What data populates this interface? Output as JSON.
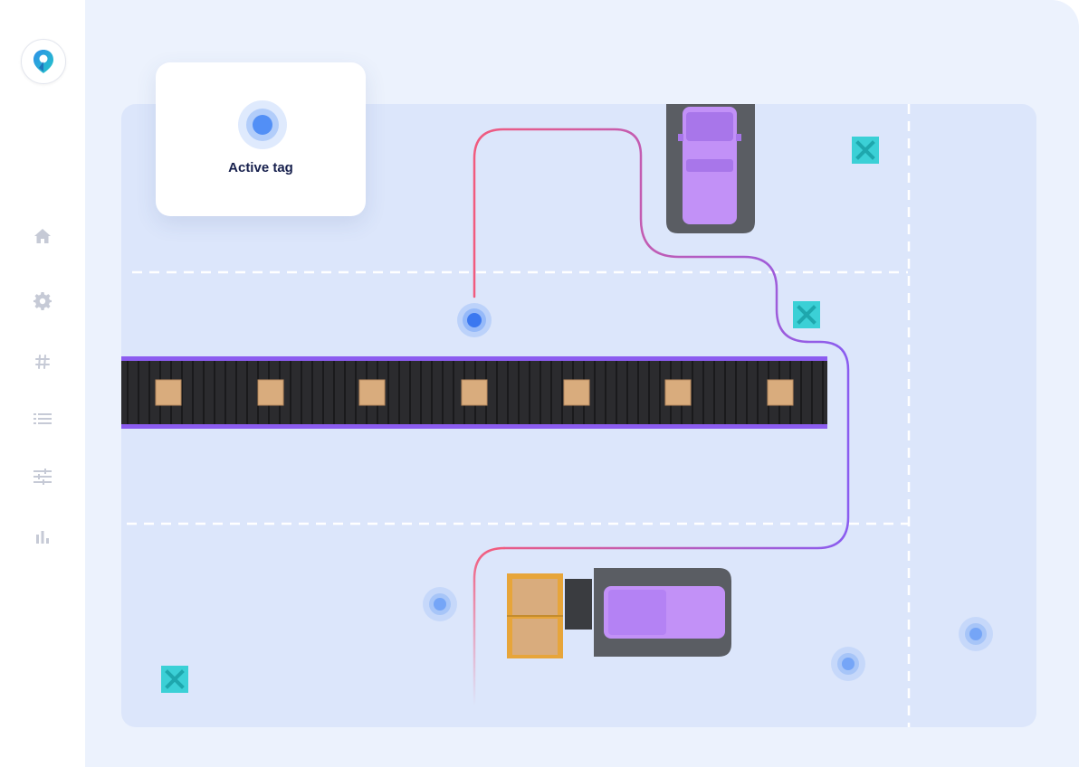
{
  "sidebar": {
    "logo": "pin-logo",
    "items": [
      {
        "icon": "home-icon"
      },
      {
        "icon": "gear-icon"
      },
      {
        "icon": "hash-icon"
      },
      {
        "icon": "list-icon"
      },
      {
        "icon": "sliders-icon"
      },
      {
        "icon": "bar-chart-icon"
      }
    ]
  },
  "tag_card": {
    "label": "Active tag"
  },
  "map": {
    "colors": {
      "background": "#ecf2fd",
      "floor": "#dce6fb",
      "path_start": "#f15b7e",
      "path_end": "#8a5cf0",
      "vehicle": "#c291f7",
      "conveyor": "#2b2b2e",
      "conveyor_rail": "#8c5cf0",
      "box": "#d9ac7d",
      "marker": "#3bd0d6",
      "tag_dot": "#4d8bf5"
    },
    "conveyor_boxes": 7,
    "markers": 3,
    "tags": 5
  }
}
